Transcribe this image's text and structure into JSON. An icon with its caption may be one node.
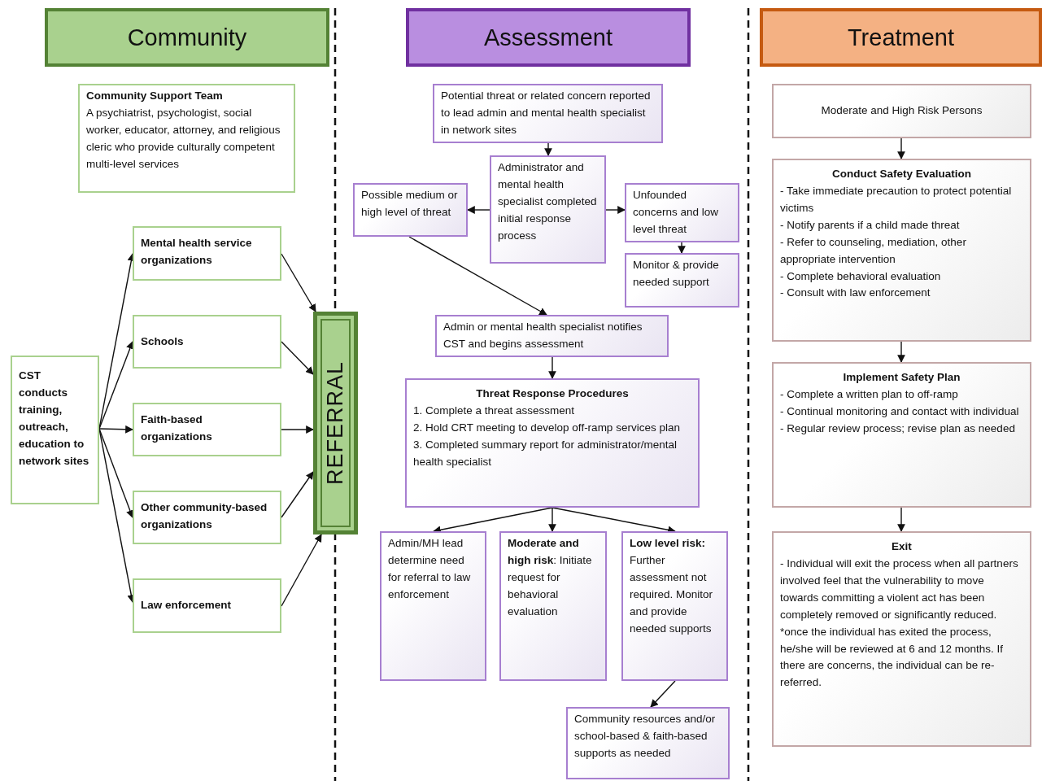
{
  "diagram": {
    "nodes": [
      {
        "text": [
          "Community"
        ]
      },
      {
        "text": [
          "Assessment"
        ]
      },
      {
        "text": [
          "Treatment"
        ]
      },
      {
        "text": [
          "Community Support Team",
          "A psychiatrist, psychologist, social worker, educator, attorney, and religious cleric who provide culturally competent multi-level services"
        ]
      },
      {
        "text": [
          "Mental health service organizations"
        ]
      },
      {
        "text": [
          "Schools"
        ]
      },
      {
        "text": [
          "Faith-based organizations"
        ]
      },
      {
        "text": [
          "Other community-based organizations"
        ]
      },
      {
        "text": [
          "Law enforcement"
        ]
      },
      {
        "text": [
          "CST conducts training, outreach, education to network sites"
        ]
      },
      {
        "text": [
          "REFERRAL"
        ]
      },
      {
        "text": [
          "Potential threat or related concern reported to lead admin and mental health specialist in network sites"
        ]
      },
      {
        "text": [
          "Administrator and mental health specialist completed initial response process"
        ]
      },
      {
        "text": [
          "Possible medium or high level of threat"
        ]
      },
      {
        "text": [
          "Unfounded concerns and low level threat"
        ]
      },
      {
        "text": [
          "Monitor & provide needed support"
        ]
      },
      {
        "text": [
          "Admin or mental health specialist notifies CST and begins assessment"
        ]
      },
      {
        "text": [
          "Threat Response Procedures",
          "1. Complete a threat assessment",
          "2. Hold CRT meeting to develop off-ramp services plan",
          "3. Completed summary report for administrator/mental health specialist"
        ]
      },
      {
        "text": [
          "Admin/MH lead determine need for referral to law enforcement"
        ]
      },
      {
        "text": [
          "**Moderate and high risk**: Initiate request for behavioral evaluation"
        ]
      },
      {
        "text": [
          "**Low level risk:** Further assessment not required. Monitor and provide needed supports"
        ]
      },
      {
        "text": [
          "Community resources and/or school-based & faith-based supports as needed"
        ]
      },
      {
        "text": [
          "Moderate and High Risk Persons"
        ]
      },
      {
        "text": [
          "Conduct Safety Evaluation",
          "- Take immediate precaution to protect potential victims",
          "- Notify parents if a child made threat",
          "- Refer to counseling, mediation, other appropriate intervention",
          "- Complete behavioral evaluation",
          "- Consult with law enforcement"
        ]
      },
      {
        "text": [
          "Implement Safety Plan",
          "- Complete a written plan to off-ramp",
          "- Continual monitoring and contact with individual",
          "- Regular review process; revise plan as needed"
        ]
      },
      {
        "text": [
          "Exit",
          "- Individual will exit the process when all partners involved feel that the vulnerability to move towards committing a violent act has been completely removed or significantly reduced.",
          "*once the individual has exited the process, he/she will be reviewed at 6 and 12 months. If there are concerns, the individual can be re-referred."
        ]
      }
    ],
    "edges": [
      {
        "from": 9,
        "to": 4,
        "arrow": "to"
      },
      {
        "from": 9,
        "to": 5,
        "arrow": "to"
      },
      {
        "from": 9,
        "to": 6,
        "arrow": "to"
      },
      {
        "from": 9,
        "to": 7,
        "arrow": "to"
      },
      {
        "from": 9,
        "to": 8,
        "arrow": "to"
      },
      {
        "from": 4,
        "to": 10,
        "arrow": "to"
      },
      {
        "from": 5,
        "to": 10,
        "arrow": "to"
      },
      {
        "from": 6,
        "to": 10,
        "arrow": "to"
      },
      {
        "from": 7,
        "to": 10,
        "arrow": "to"
      },
      {
        "from": 8,
        "to": 10,
        "arrow": "to"
      },
      {
        "from": 11,
        "to": 12,
        "arrow": "to"
      },
      {
        "from": 12,
        "to": 13,
        "arrow": "to"
      },
      {
        "from": 12,
        "to": 14,
        "arrow": "to"
      },
      {
        "from": 14,
        "to": 15,
        "arrow": "to"
      },
      {
        "from": 13,
        "to": 16,
        "arrow": "to"
      },
      {
        "from": 16,
        "to": 17,
        "arrow": "to"
      },
      {
        "from": 17,
        "to": 18,
        "arrow": "to"
      },
      {
        "from": 17,
        "to": 19,
        "arrow": "to"
      },
      {
        "from": 17,
        "to": 20,
        "arrow": "to"
      },
      {
        "from": 20,
        "to": 21,
        "arrow": "to"
      },
      {
        "from": 22,
        "to": 23,
        "arrow": "to"
      },
      {
        "from": 23,
        "to": 24,
        "arrow": "to"
      },
      {
        "from": 24,
        "to": 25,
        "arrow": "to"
      }
    ]
  }
}
